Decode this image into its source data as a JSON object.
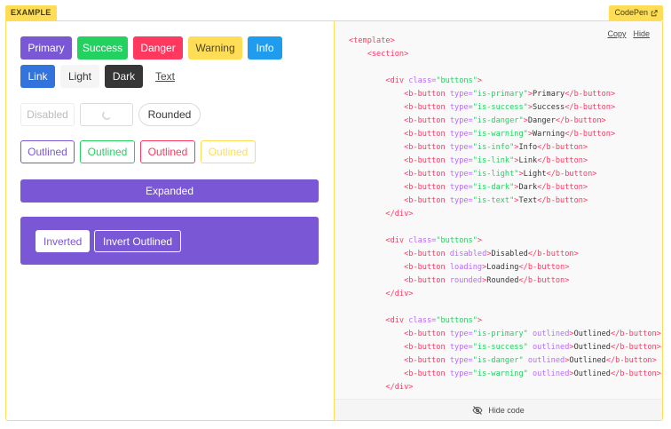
{
  "tags": {
    "example": "EXAMPLE",
    "codepen": "CodePen"
  },
  "buttons": {
    "row1": [
      "Primary",
      "Success",
      "Danger",
      "Warning",
      "Info"
    ],
    "row2": [
      "Link",
      "Light",
      "Dark",
      "Text"
    ],
    "row3": [
      "Disabled",
      "Rounded"
    ],
    "row4": [
      "Outlined",
      "Outlined",
      "Outlined",
      "Outlined"
    ],
    "expanded": "Expanded",
    "inverted": "Inverted",
    "invert_outlined": "Invert Outlined"
  },
  "code": {
    "copy": "Copy",
    "hide": "Hide",
    "hide_code": "Hide code",
    "lines": [
      "<template>",
      "    <section>",
      "",
      "        <div class=\"buttons\">",
      "            <b-button type=\"is-primary\">Primary</b-button>",
      "            <b-button type=\"is-success\">Success</b-button>",
      "            <b-button type=\"is-danger\">Danger</b-button>",
      "            <b-button type=\"is-warning\">Warning</b-button>",
      "            <b-button type=\"is-info\">Info</b-button>",
      "            <b-button type=\"is-link\">Link</b-button>",
      "            <b-button type=\"is-light\">Light</b-button>",
      "            <b-button type=\"is-dark\">Dark</b-button>",
      "            <b-button type=\"is-text\">Text</b-button>",
      "        </div>",
      "",
      "        <div class=\"buttons\">",
      "            <b-button disabled>Disabled</b-button>",
      "            <b-button loading>Loading</b-button>",
      "            <b-button rounded>Rounded</b-button>",
      "        </div>",
      "",
      "        <div class=\"buttons\">",
      "            <b-button type=\"is-primary\" outlined>Outlined</b-button>",
      "            <b-button type=\"is-success\" outlined>Outlined</b-button>",
      "            <b-button type=\"is-danger\" outlined>Outlined</b-button>",
      "            <b-button type=\"is-warning\" outlined>Outlined</b-button>",
      "        </div>"
    ]
  },
  "colors": {
    "primary": "#7957d5",
    "success": "#23d160",
    "danger": "#ff3860",
    "warning": "#ffdd57",
    "info": "#209cee",
    "link": "#3273dc",
    "light": "#f5f5f5",
    "dark": "#363636"
  },
  "icons": {
    "external": "external-link-icon",
    "eye": "eye-off-icon",
    "spinner": "loading-spinner-icon"
  }
}
